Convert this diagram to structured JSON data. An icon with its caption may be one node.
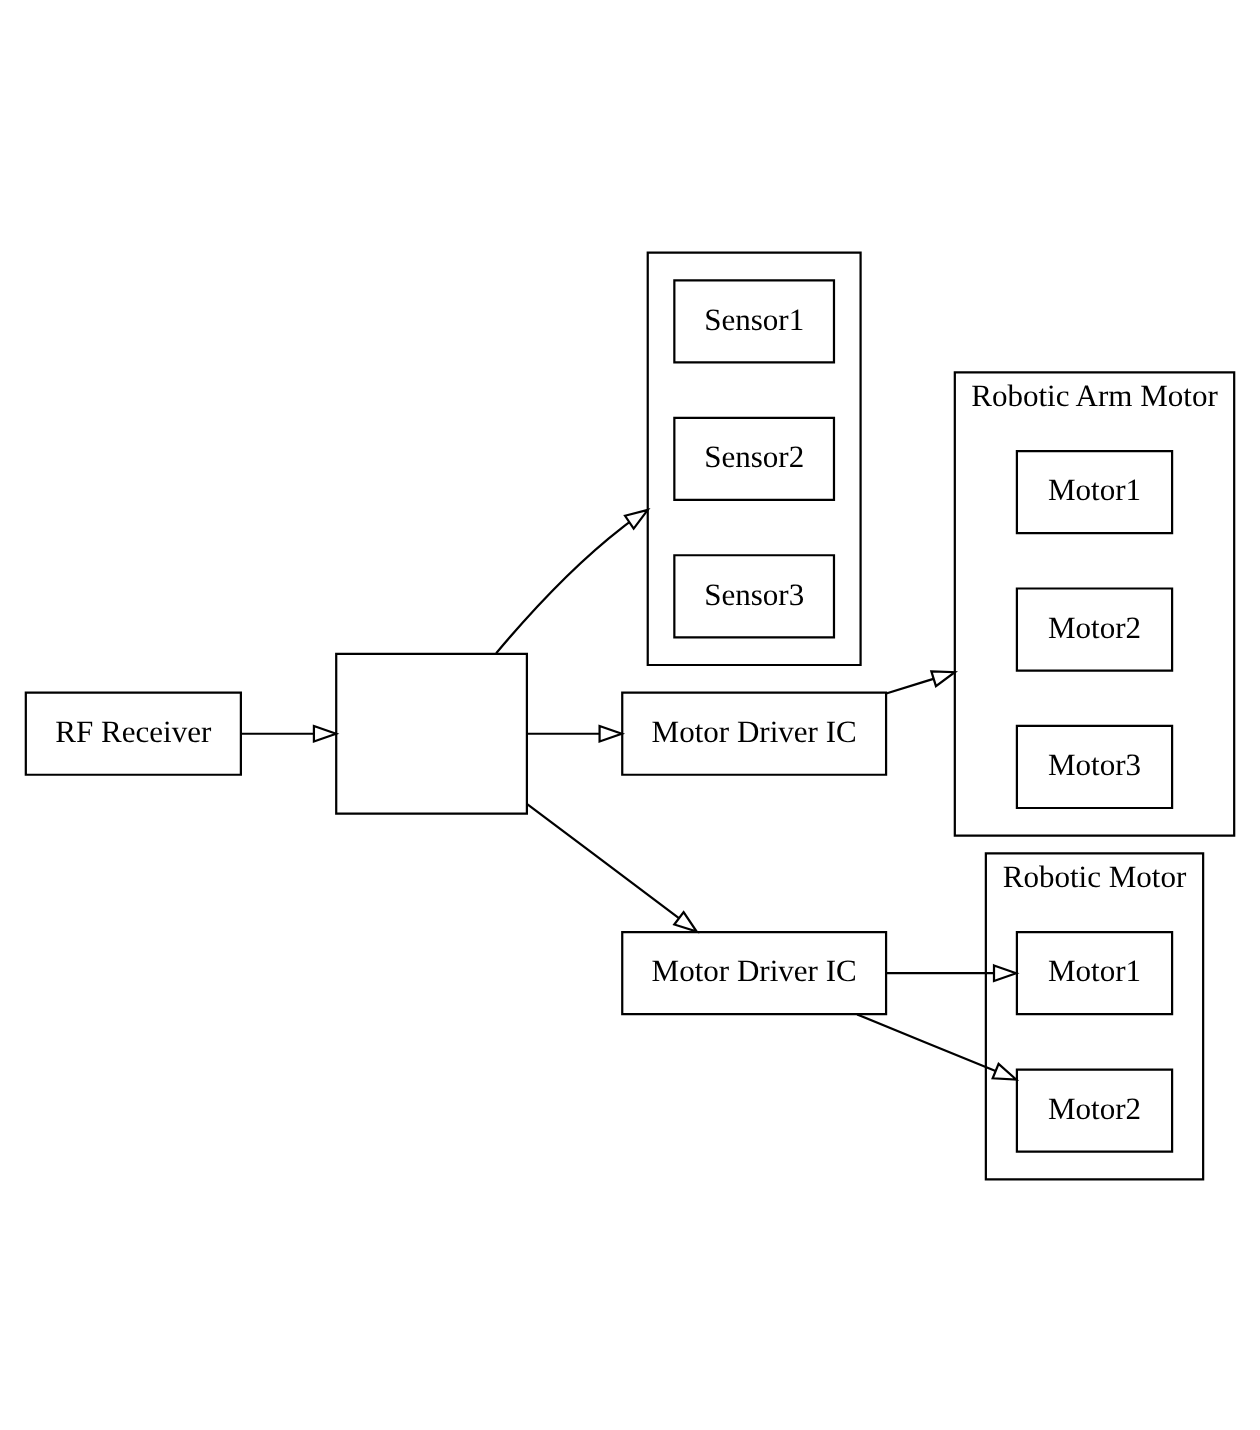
{
  "diagram": {
    "nodes": [
      {
        "text": [],
        "shape": "box"
      },
      {
        "text": [
          "Sensor1"
        ],
        "in": 0
      },
      {
        "text": [
          "Sensor2"
        ],
        "in": 0
      },
      {
        "text": [
          "Sensor3"
        ],
        "in": 0
      },
      {
        "text": [],
        "shape": "box"
      },
      {
        "text": [
          "Motor Driver IC"
        ]
      },
      {
        "text": [
          "Robotic Arm Motor"
        ]
      },
      {
        "text": [
          "Motor1"
        ],
        "in": 6
      },
      {
        "text": [
          "Motor2"
        ],
        "in": 6
      },
      {
        "text": [
          "Motor3"
        ],
        "in": 6
      },
      {
        "text": [
          "RF Receiver"
        ]
      },
      {
        "text": [
          "Motor Driver IC"
        ]
      },
      {
        "text": [
          "Robotic Motor"
        ]
      },
      {
        "text": [
          "Motor1"
        ],
        "in": 12
      },
      {
        "text": [
          "Motor2"
        ],
        "in": 12
      }
    ],
    "edges": [
      {
        "from": 4,
        "to": 0,
        "arrow": "to"
      },
      {
        "from": 4,
        "to": 5,
        "arrow": "to"
      },
      {
        "from": 5,
        "to": 6,
        "arrow": "to"
      },
      {
        "from": 10,
        "to": 4,
        "arrow": "to"
      },
      {
        "from": 4,
        "to": 11,
        "arrow": "to"
      },
      {
        "from": 11,
        "to": 13,
        "arrow": "to"
      },
      {
        "from": 11,
        "to": 14,
        "arrow": "to"
      }
    ]
  }
}
